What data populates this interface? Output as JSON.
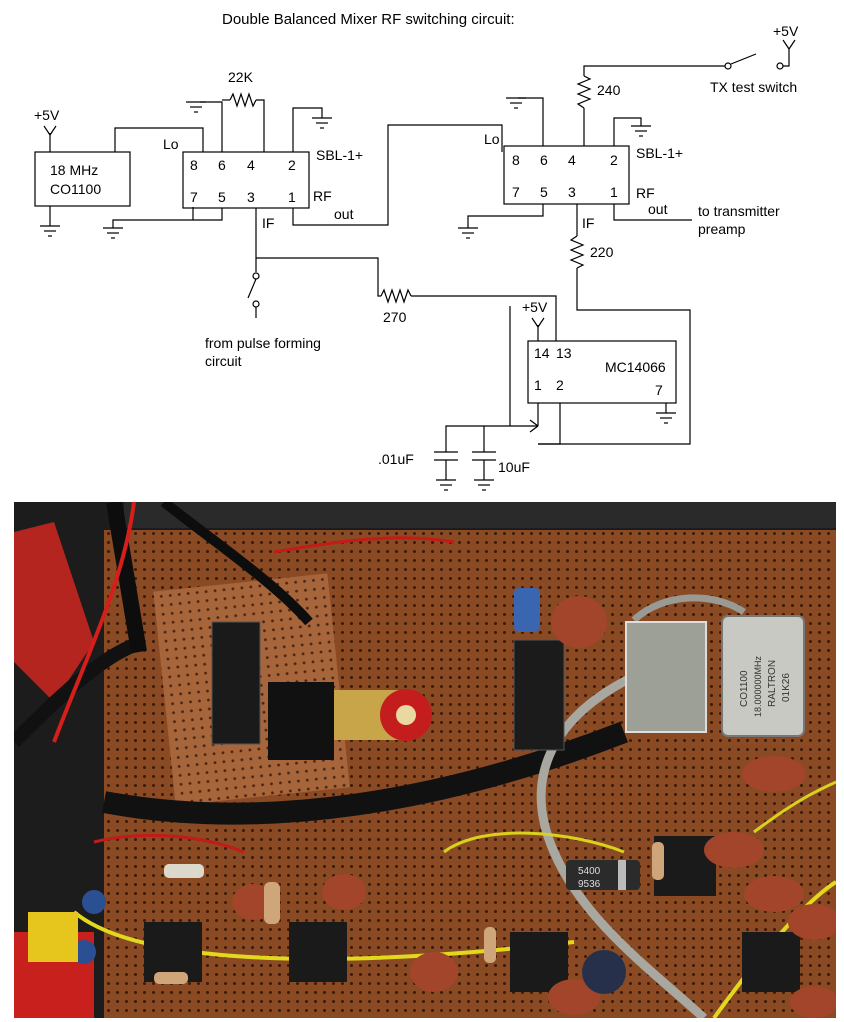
{
  "diagram": {
    "title": "Double Balanced Mixer RF switching circuit:",
    "supply_label": "+5V",
    "oscillator": {
      "line1": "18 MHz",
      "line2": "CO1100"
    },
    "mixer1": {
      "name": "SBL-1+",
      "lo_label": "Lo",
      "if_label": "IF",
      "rf_label": "RF",
      "out_label": "out",
      "pins": {
        "p8": "8",
        "p6": "6",
        "p4": "4",
        "p2": "2",
        "p7": "7",
        "p5": "5",
        "p3": "3",
        "p1": "1"
      }
    },
    "mixer2": {
      "name": "SBL-1+",
      "lo_label": "Lo",
      "if_label": "IF",
      "rf_label": "RF",
      "out_label": "out",
      "pins": {
        "p8": "8",
        "p6": "6",
        "p4": "4",
        "p2": "2",
        "p7": "7",
        "p5": "5",
        "p3": "3",
        "p1": "1"
      }
    },
    "resistors": {
      "r22k": "22K",
      "r240": "240",
      "r220": "220",
      "r270": "270"
    },
    "switch_ic": {
      "name": "MC14066",
      "p14": "14",
      "p13": "13",
      "p1": "1",
      "p2": "2",
      "p7": "7"
    },
    "capacitors": {
      "c1": ".01uF",
      "c2": "10uF"
    },
    "labels": {
      "tx_test_switch": "TX test switch",
      "to_preamp_line1": "to transmitter",
      "to_preamp_line2": "preamp",
      "from_pulse_line1": "from pulse forming",
      "from_pulse_line2": "circuit"
    }
  },
  "photo": {
    "oscillator_marking": {
      "line1": "CO1100",
      "line2": "18.000000MHz",
      "line3": "RALTRON",
      "line4": "01K26"
    },
    "diode_marking": {
      "line1": "5400",
      "line2": "9536"
    }
  }
}
